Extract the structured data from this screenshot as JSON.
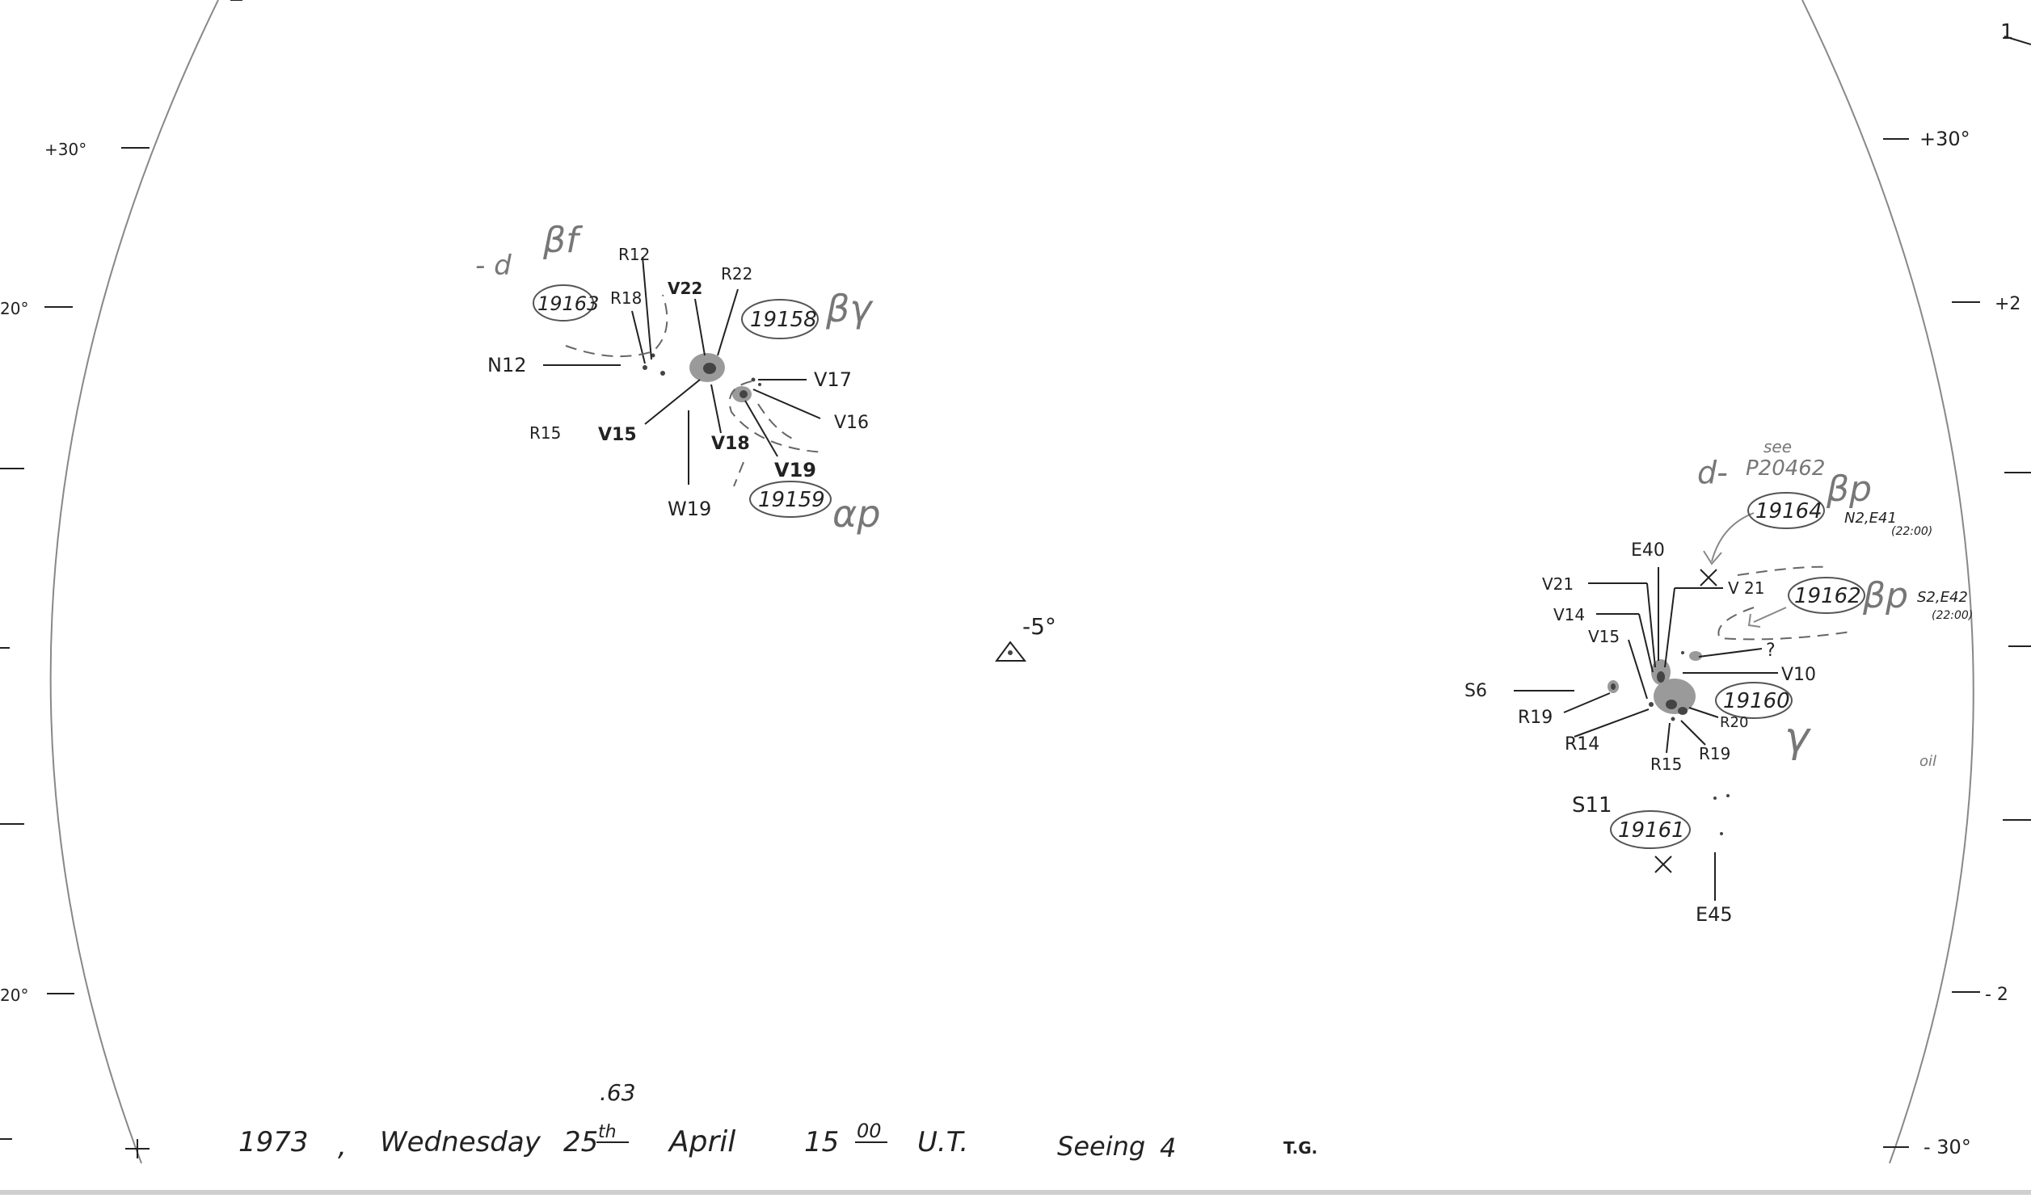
{
  "axes": {
    "left": [
      "+30°",
      "20°",
      "20°"
    ],
    "right": [
      "+30°",
      "+2",
      "- 2",
      "- 30°"
    ],
    "corner": "1"
  },
  "group_a": {
    "prefix": "- d",
    "class": "βf",
    "region_left": "19163",
    "region_right": "19158",
    "class_right": "βγ",
    "region_bottom": "19159",
    "class_bottom": "αp",
    "labels": {
      "r12": "R12",
      "r18": "R18",
      "v22": "V22",
      "r22": "R22",
      "n12": "N12",
      "v17": "V17",
      "v16": "V16",
      "r15": "R15",
      "v15": "V15",
      "v18": "V18",
      "v19": "V19",
      "w19": "W19"
    }
  },
  "center_marker": "-5°",
  "group_b": {
    "note_prefix": "d-",
    "note": "see",
    "note_ref": "P20462",
    "region_top": "19164",
    "class_top": "βp",
    "top_extra": "N2,E41",
    "top_time": "(22:00)",
    "region_mid": "19162",
    "class_mid": "βp",
    "mid_extra": "S2,E42",
    "mid_time": "(22:00)",
    "region_main": "19160",
    "class_main": "γ",
    "region_bottom": "19161",
    "question": "?",
    "oil": "oil",
    "labels": {
      "e40": "E40",
      "v21a": "V21",
      "v21b": "V 21",
      "v14": "V14",
      "v15": "V15",
      "v10": "V10",
      "s6": "S6",
      "r19a": "R19",
      "r14": "R14",
      "r20": "R20",
      "r15": "R15",
      "r19b": "R19",
      "s11": "S11",
      "e45": "E45"
    }
  },
  "footer": {
    "year": "1973",
    "comma": ",",
    "weekday": "Wednesday",
    "day": "25",
    "day_suffix": "th",
    "day_fraction": ".63",
    "month": "April",
    "hour": "15",
    "minutes": "00",
    "timezone": "U.T.",
    "seeing_label": "Seeing",
    "seeing_value": "4",
    "observer": "T.G."
  }
}
